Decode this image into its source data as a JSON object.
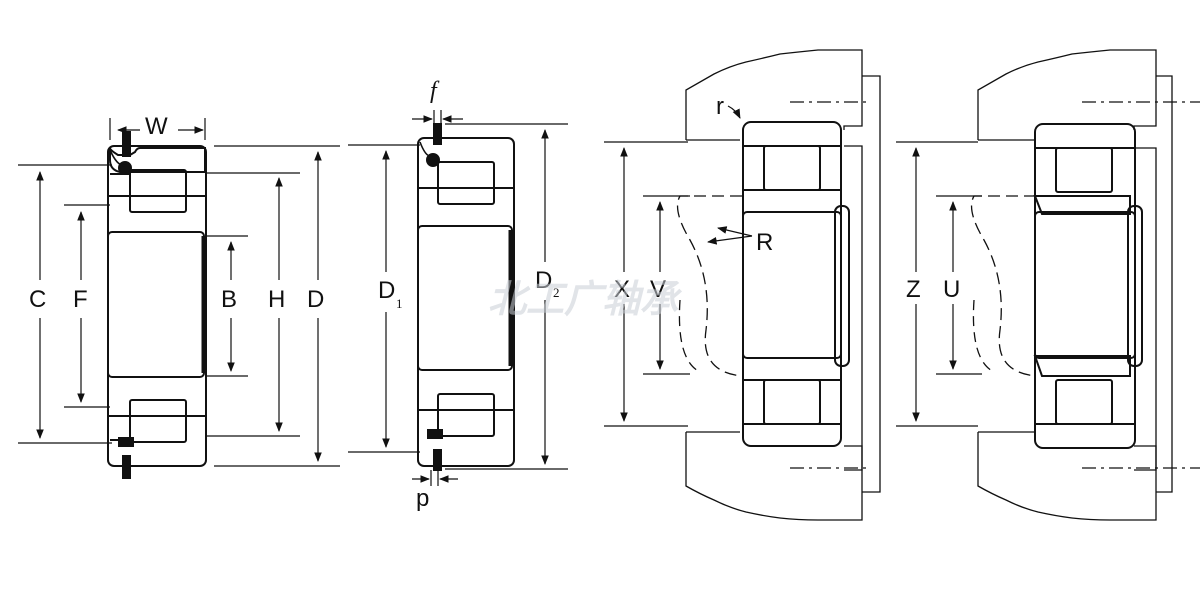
{
  "diagram": {
    "fig1_labels": {
      "W": "W",
      "C": "C",
      "F": "F",
      "B": "B",
      "H": "H",
      "D": "D"
    },
    "fig2_labels": {
      "f": "f",
      "D1_main": "D",
      "D1_sub": "1",
      "D2_main": "D",
      "D2_sub": "2",
      "p": "p"
    },
    "fig3_labels": {
      "r": "r",
      "R": "R",
      "X": "X",
      "V": "V"
    },
    "fig4_labels": {
      "Z": "Z",
      "U": "U"
    },
    "watermark": "北工广轴承",
    "colors": {
      "line": "#111111",
      "watermark": "#c9ced6",
      "background": "#ffffff"
    }
  }
}
